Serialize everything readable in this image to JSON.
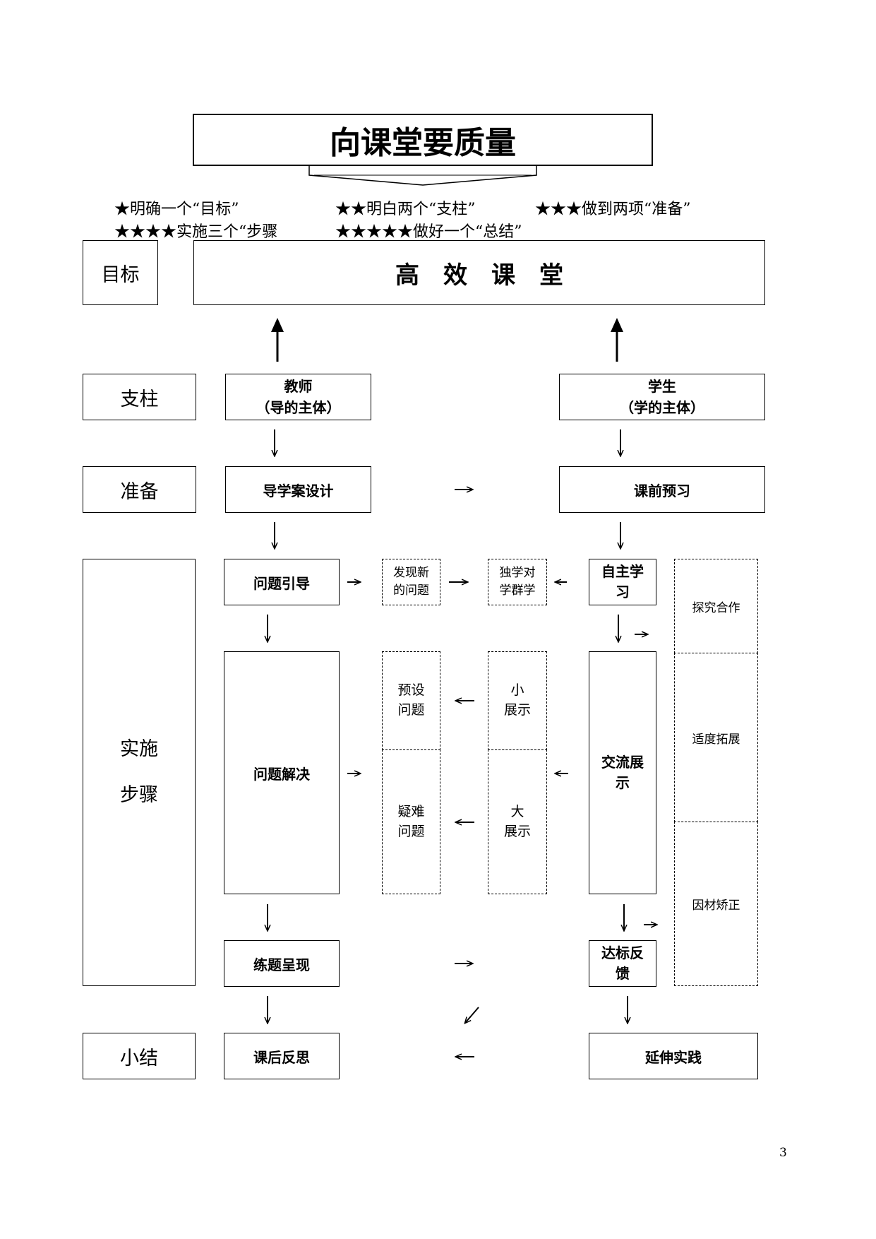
{
  "title": "向课堂要质量",
  "principles": [
    "★明确一个“目标”",
    "★★明白两个“支柱”",
    "★★★做到两项“准备”",
    "★★★★实施三个“步骤",
    "★★★★★做好一个“总结”"
  ],
  "rows": {
    "goal": "目标",
    "pillar": "支柱",
    "prepare": "准备",
    "implement": "实施\n步骤",
    "summary": "小结"
  },
  "goal_box": "高　效　课　堂",
  "teacher": "教师\n（导的主体）",
  "student": "学生\n（学的主体）",
  "teacher_prep": "导学案设计",
  "student_prep": "课前预习",
  "problem_guide": "问题引导",
  "discover": "发现新\n的问题",
  "solo_group": "独学对\n学群学",
  "self_study": "自主学\n习",
  "explore": "探究合作",
  "problem_solve": "问题解决",
  "preset": "预设\n问题",
  "hard": "疑难\n问题",
  "small_show": "小\n展示",
  "big_show": "大\n展示",
  "exchange": "交流展\n示",
  "extend": "适度拓展",
  "adapt": "因材矫正",
  "exercise": "练题呈现",
  "feedback": "达标反\n馈",
  "reflect": "课后反思",
  "practice": "延伸实践",
  "page_number": "3"
}
